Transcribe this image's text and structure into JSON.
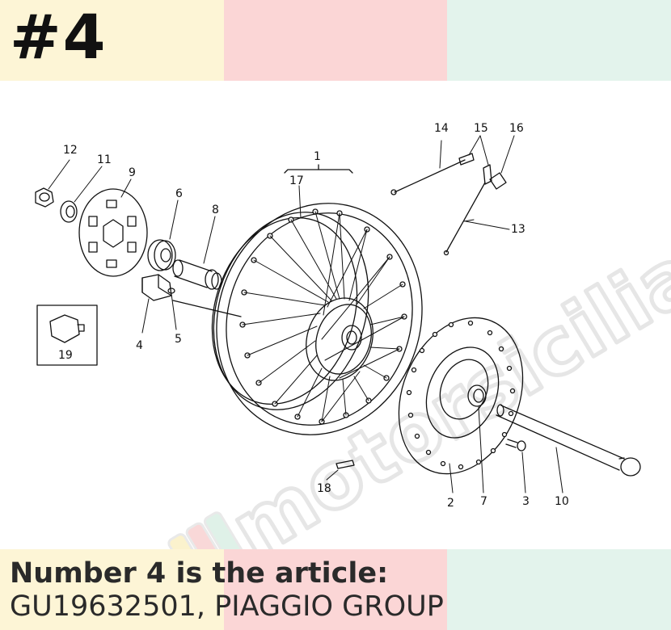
{
  "header": {
    "number": "#4",
    "band_colors": [
      "#fdf5d6",
      "#fbd6d6",
      "#e3f3ec"
    ]
  },
  "diagram": {
    "watermark": "motorsicilia",
    "callouts": {
      "c1": "1",
      "c2": "2",
      "c3": "3",
      "c4": "4",
      "c5": "5",
      "c6": "6",
      "c7": "7",
      "c8": "8",
      "c9": "9",
      "c10": "10",
      "c11": "11",
      "c12": "12",
      "c13": "13",
      "c14": "14",
      "c15": "15",
      "c16": "16",
      "c17": "17",
      "c18": "18",
      "c19": "19"
    }
  },
  "caption": {
    "line1": "Number 4 is the article:",
    "line2": "GU19632501, PIAGGIO GROUP"
  }
}
